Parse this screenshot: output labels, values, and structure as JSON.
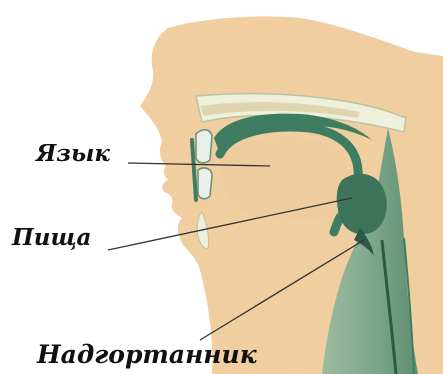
{
  "labels": {
    "tongue": "Язык",
    "food": "Пища",
    "epiglottis": "Надгортанник"
  },
  "colors": {
    "skin": "#f1cfa0",
    "skin_shade": "#e3b583",
    "tissue_green": "#3f7d62",
    "tissue_green_dark": "#2b5a45",
    "neck_green": "#7fa88c",
    "pale_mucosa": "#c9dcc8",
    "leader_line": "#333333"
  }
}
